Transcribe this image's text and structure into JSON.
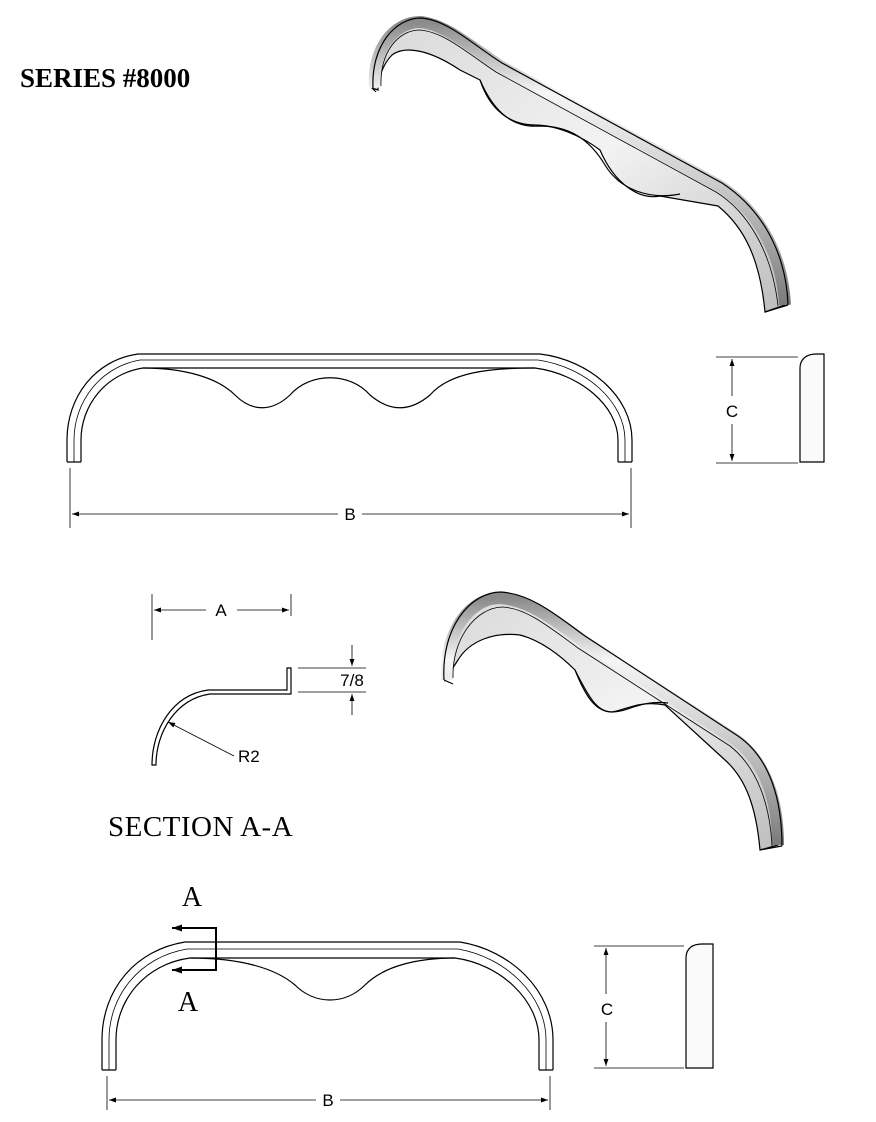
{
  "title": "SERIES #8000",
  "dimensions": {
    "overall_length": "B",
    "height": "C",
    "flange_width": "A",
    "flange_height": "7/8",
    "radius": "R2"
  },
  "section": {
    "title": "SECTION  A-A",
    "cut_label_top": "A",
    "cut_label_bottom": "A"
  },
  "colors": {
    "line": "#000000",
    "metal_light": "#f4f4f4",
    "metal_mid": "#c9c9c9",
    "metal_dark": "#6e6e6e"
  }
}
